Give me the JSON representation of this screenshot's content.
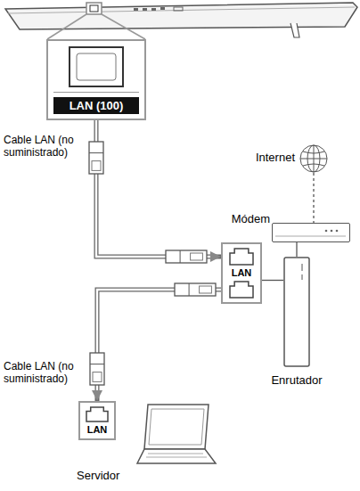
{
  "diagram": {
    "nodes": [
      {
        "text": [
          "LAN (100)"
        ]
      },
      {
        "text": [
          "Internet"
        ]
      },
      {
        "text": [
          "Módem"
        ]
      },
      {
        "text": [
          "LAN"
        ]
      },
      {
        "text": [
          "Enrutador"
        ]
      },
      {
        "text": [
          "LAN"
        ]
      },
      {
        "text": [
          "Servidor"
        ]
      }
    ],
    "edges": [
      {
        "from": 0,
        "to": 3,
        "arrow": "to"
      },
      {
        "from": 3,
        "to": 5,
        "arrow": "to"
      },
      {
        "from": 1,
        "to": 2,
        "arrow": "none"
      },
      {
        "from": 2,
        "to": 4,
        "arrow": "none"
      },
      {
        "from": 3,
        "to": 4,
        "arrow": "none"
      }
    ],
    "labels": [
      "Cable LAN (no suministrado)",
      "Cable LAN (no suministrado)"
    ]
  }
}
